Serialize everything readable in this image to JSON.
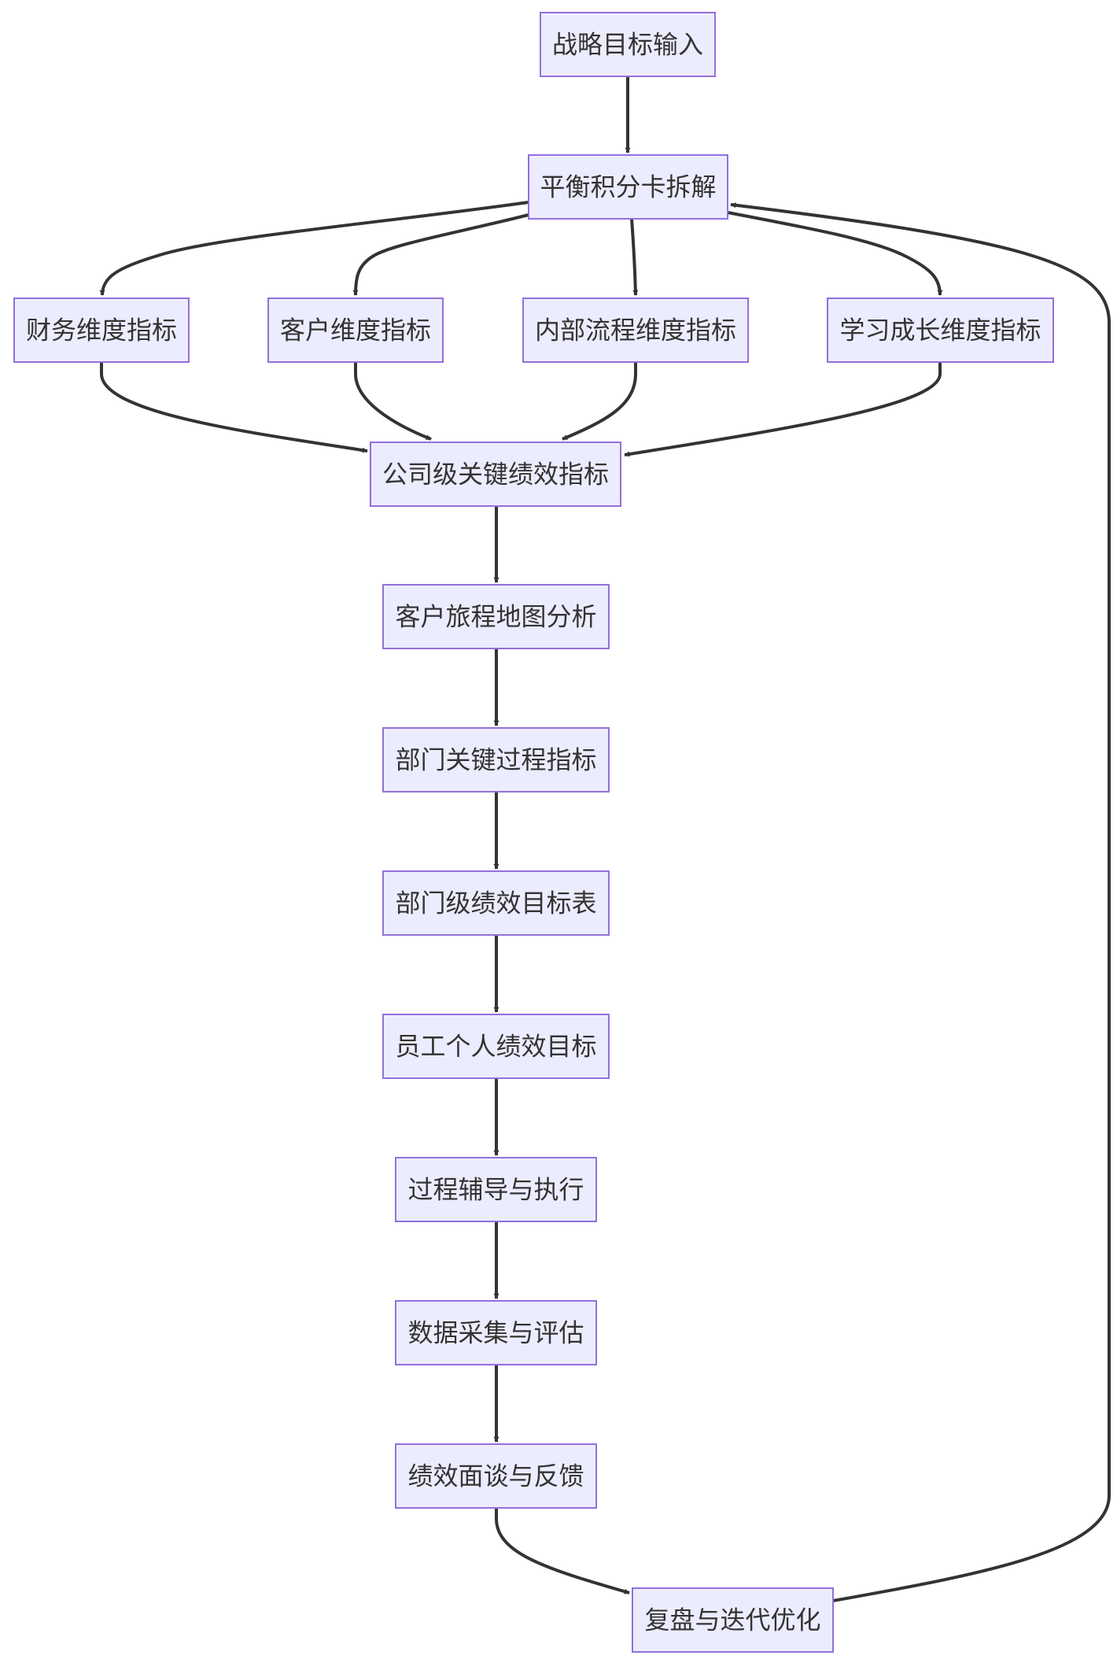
{
  "nodes": [
    {
      "id": "A",
      "label": "战略目标输入"
    },
    {
      "id": "B",
      "label": "平衡积分卡拆解"
    },
    {
      "id": "C1",
      "label": "财务维度指标"
    },
    {
      "id": "C2",
      "label": "客户维度指标"
    },
    {
      "id": "C3",
      "label": "内部流程维度指标"
    },
    {
      "id": "C4",
      "label": "学习成长维度指标"
    },
    {
      "id": "D",
      "label": "公司级关键绩效指标"
    },
    {
      "id": "E",
      "label": "客户旅程地图分析"
    },
    {
      "id": "F",
      "label": "部门关键过程指标"
    },
    {
      "id": "G",
      "label": "部门级绩效目标表"
    },
    {
      "id": "H",
      "label": "员工个人绩效目标"
    },
    {
      "id": "I",
      "label": "过程辅导与执行"
    },
    {
      "id": "J",
      "label": "数据采集与评估"
    },
    {
      "id": "K",
      "label": "绩效面谈与反馈"
    },
    {
      "id": "L",
      "label": "复盘与迭代优化"
    }
  ],
  "edges": [
    {
      "from": "A",
      "to": "B"
    },
    {
      "from": "B",
      "to": "C1"
    },
    {
      "from": "B",
      "to": "C2"
    },
    {
      "from": "B",
      "to": "C3"
    },
    {
      "from": "B",
      "to": "C4"
    },
    {
      "from": "C1",
      "to": "D"
    },
    {
      "from": "C2",
      "to": "D"
    },
    {
      "from": "C3",
      "to": "D"
    },
    {
      "from": "C4",
      "to": "D"
    },
    {
      "from": "D",
      "to": "E"
    },
    {
      "from": "E",
      "to": "F"
    },
    {
      "from": "F",
      "to": "G"
    },
    {
      "from": "G",
      "to": "H"
    },
    {
      "from": "H",
      "to": "I"
    },
    {
      "from": "I",
      "to": "J"
    },
    {
      "from": "J",
      "to": "K"
    },
    {
      "from": "K",
      "to": "L"
    },
    {
      "from": "L",
      "to": "B"
    }
  ]
}
